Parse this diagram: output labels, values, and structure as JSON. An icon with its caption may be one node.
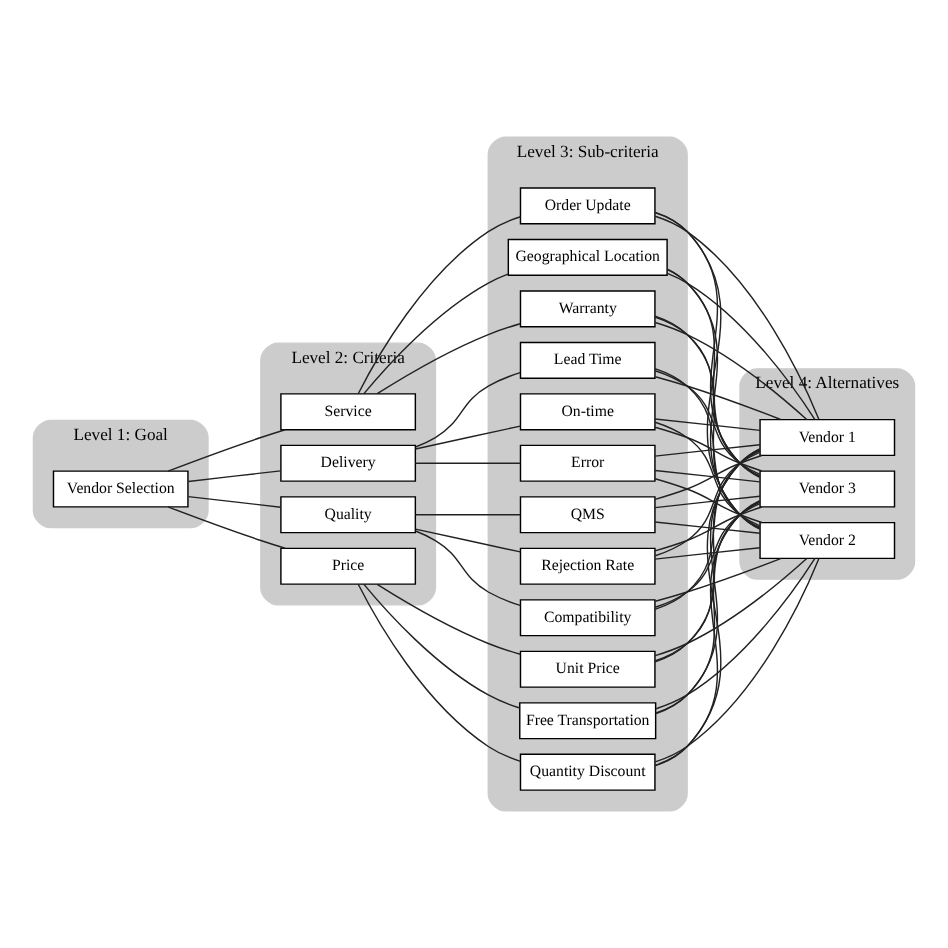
{
  "diagram": {
    "nodes": [
      {
        "text": [
          "Level 1: Goal"
        ]
      },
      {
        "text": [
          "Level 2: Criteria"
        ]
      },
      {
        "text": [
          "Level 3: Sub-criteria"
        ]
      },
      {
        "text": [
          "Level 4: Alternatives"
        ]
      },
      {
        "text": [
          "Vendor Selection"
        ],
        "in": 0
      },
      {
        "text": [
          "Price"
        ],
        "in": 1
      },
      {
        "text": [
          "Quality"
        ],
        "in": 1
      },
      {
        "text": [
          "Delivery"
        ],
        "in": 1
      },
      {
        "text": [
          "Service"
        ],
        "in": 1
      },
      {
        "text": [
          "Unit Price"
        ],
        "in": 2
      },
      {
        "text": [
          "Quantity Discount"
        ],
        "in": 2
      },
      {
        "text": [
          "Free Transportation"
        ],
        "in": 2
      },
      {
        "text": [
          "QMS"
        ],
        "in": 2
      },
      {
        "text": [
          "Compatibility"
        ],
        "in": 2
      },
      {
        "text": [
          "Rejection Rate"
        ],
        "in": 2
      },
      {
        "text": [
          "Lead Time"
        ],
        "in": 2
      },
      {
        "text": [
          "Error"
        ],
        "in": 2
      },
      {
        "text": [
          "On-time"
        ],
        "in": 2
      },
      {
        "text": [
          "Order Update"
        ],
        "in": 2
      },
      {
        "text": [
          "Warranty"
        ],
        "in": 2
      },
      {
        "text": [
          "Geographical Location"
        ],
        "in": 2
      },
      {
        "text": [
          "Vendor 1"
        ],
        "in": 3
      },
      {
        "text": [
          "Vendor 2"
        ],
        "in": 3
      },
      {
        "text": [
          "Vendor 3"
        ],
        "in": 3
      }
    ],
    "edges": [
      {
        "from": 4,
        "to": 5,
        "arrow": "none"
      },
      {
        "from": 4,
        "to": 6,
        "arrow": "none"
      },
      {
        "from": 4,
        "to": 7,
        "arrow": "none"
      },
      {
        "from": 4,
        "to": 8,
        "arrow": "none"
      },
      {
        "from": 5,
        "to": 9,
        "arrow": "none"
      },
      {
        "from": 5,
        "to": 10,
        "arrow": "none"
      },
      {
        "from": 5,
        "to": 11,
        "arrow": "none"
      },
      {
        "from": 6,
        "to": 12,
        "arrow": "none"
      },
      {
        "from": 6,
        "to": 13,
        "arrow": "none"
      },
      {
        "from": 6,
        "to": 14,
        "arrow": "none"
      },
      {
        "from": 7,
        "to": 15,
        "arrow": "none"
      },
      {
        "from": 7,
        "to": 16,
        "arrow": "none"
      },
      {
        "from": 7,
        "to": 17,
        "arrow": "none"
      },
      {
        "from": 8,
        "to": 18,
        "arrow": "none"
      },
      {
        "from": 8,
        "to": 19,
        "arrow": "none"
      },
      {
        "from": 8,
        "to": 20,
        "arrow": "none"
      },
      {
        "from": 9,
        "to": 21,
        "arrow": "none"
      },
      {
        "from": 9,
        "to": 22,
        "arrow": "none"
      },
      {
        "from": 9,
        "to": 23,
        "arrow": "none"
      },
      {
        "from": 10,
        "to": 21,
        "arrow": "none"
      },
      {
        "from": 10,
        "to": 22,
        "arrow": "none"
      },
      {
        "from": 10,
        "to": 23,
        "arrow": "none"
      },
      {
        "from": 11,
        "to": 21,
        "arrow": "none"
      },
      {
        "from": 11,
        "to": 22,
        "arrow": "none"
      },
      {
        "from": 11,
        "to": 23,
        "arrow": "none"
      },
      {
        "from": 12,
        "to": 21,
        "arrow": "none"
      },
      {
        "from": 12,
        "to": 22,
        "arrow": "none"
      },
      {
        "from": 12,
        "to": 23,
        "arrow": "none"
      },
      {
        "from": 13,
        "to": 21,
        "arrow": "none"
      },
      {
        "from": 13,
        "to": 22,
        "arrow": "none"
      },
      {
        "from": 13,
        "to": 23,
        "arrow": "none"
      },
      {
        "from": 14,
        "to": 21,
        "arrow": "none"
      },
      {
        "from": 14,
        "to": 22,
        "arrow": "none"
      },
      {
        "from": 14,
        "to": 23,
        "arrow": "none"
      },
      {
        "from": 15,
        "to": 21,
        "arrow": "none"
      },
      {
        "from": 15,
        "to": 22,
        "arrow": "none"
      },
      {
        "from": 15,
        "to": 23,
        "arrow": "none"
      },
      {
        "from": 16,
        "to": 21,
        "arrow": "none"
      },
      {
        "from": 16,
        "to": 22,
        "arrow": "none"
      },
      {
        "from": 16,
        "to": 23,
        "arrow": "none"
      },
      {
        "from": 17,
        "to": 21,
        "arrow": "none"
      },
      {
        "from": 17,
        "to": 22,
        "arrow": "none"
      },
      {
        "from": 17,
        "to": 23,
        "arrow": "none"
      },
      {
        "from": 18,
        "to": 21,
        "arrow": "none"
      },
      {
        "from": 18,
        "to": 22,
        "arrow": "none"
      },
      {
        "from": 18,
        "to": 23,
        "arrow": "none"
      },
      {
        "from": 19,
        "to": 21,
        "arrow": "none"
      },
      {
        "from": 19,
        "to": 22,
        "arrow": "none"
      },
      {
        "from": 19,
        "to": 23,
        "arrow": "none"
      },
      {
        "from": 20,
        "to": 21,
        "arrow": "none"
      },
      {
        "from": 20,
        "to": 22,
        "arrow": "none"
      },
      {
        "from": 20,
        "to": 23,
        "arrow": "none"
      }
    ]
  }
}
